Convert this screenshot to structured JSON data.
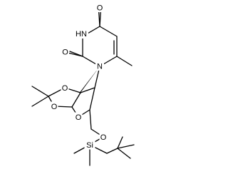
{
  "molecule": {
    "atom_labels": {
      "uracil_o4": "O",
      "uracil_nh": "H",
      "uracil_n3": "N",
      "uracil_o2": "O",
      "uracil_n1": "N",
      "acetonide_o_top": "O",
      "acetonide_o_bottom": "O",
      "ribose_o": "O",
      "ether_o": "O",
      "silicon": "Si"
    }
  }
}
